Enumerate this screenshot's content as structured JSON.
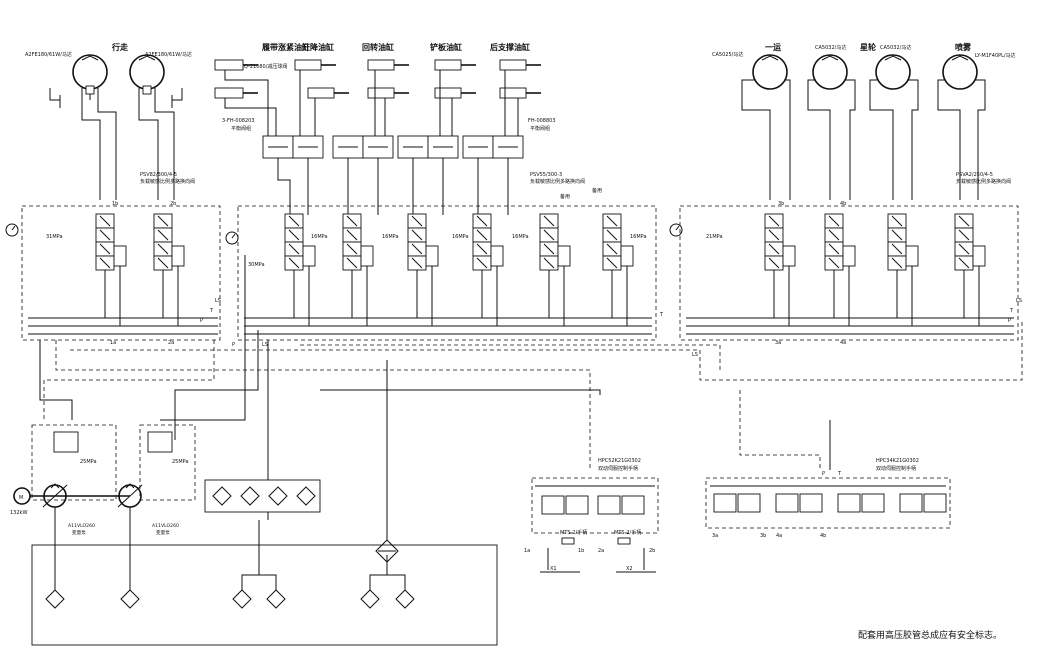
{
  "actuators": {
    "walk": "行走",
    "boom_cyl": "履带涨紧油缸",
    "lift_cyl": "升降油缸",
    "swing_cyl": "回转油缸",
    "shovel_cyl": "铲板油缸",
    "rear_cyl": "后支撑油缸",
    "conv1": "一运",
    "star": "星轮",
    "spray": "喷雾"
  },
  "motors": {
    "m1": "A2FE180/61W/马达",
    "m2": "A2FE180/61W/马达",
    "m3": "CA5025/马达",
    "m4": "CA5032/马达",
    "m5": "CA5032/马达",
    "m6": "LY-M1F40PL/马达"
  },
  "valves": {
    "yizq": "YIZQ-21080/减压球阀",
    "balance1_code": "3-FH-008203",
    "balance1_name": "平衡阀组",
    "balance2_code": "FH-008803",
    "balance2_name": "平衡阀组",
    "multi1_code": "PSV82/300/4-5",
    "multi1_name": "负载敏感比例多路换向阀",
    "multi2_code": "PSV55/300-3",
    "multi2_name": "负载敏感比例多路换向阀",
    "multi3_code": "PSVA2/250/4-5",
    "multi3_name": "负载敏感比例多路换向阀",
    "spare1": "备用",
    "spare2": "备用"
  },
  "pressures": {
    "p_31": "31MPa",
    "p_30": "30MPa",
    "p_16a": "16MPa",
    "p_16b": "16MPa",
    "p_16c": "16MPa",
    "p_16d": "16MPa",
    "p_16e": "16MPa",
    "p_21": "21MPa",
    "p_25a": "25MPa",
    "p_25b": "25MPa"
  },
  "pumps": {
    "motor_power": "132kW",
    "motor_symbol": "M",
    "pump1": "A11VLO260",
    "pump1_type": "变量泵",
    "pump2": "A11VLO260",
    "pump2_type": "变量泵"
  },
  "pilots": {
    "pilot1_code": "HPC52K21G0302",
    "pilot1_name": "双动伺服控制手柄",
    "pilot2_code": "HPC34K21G0302",
    "pilot2_name": "双动伺服控制手柄",
    "handle1": "MTS-2/手柄",
    "handle2": "MTS-2/手柄"
  },
  "ports": {
    "p": "P",
    "t": "T",
    "ls": "LS",
    "a1": "1a",
    "a2": "2a",
    "b1": "1b",
    "b2": "2b",
    "a3": "3a",
    "a4": "4a",
    "b3": "3b",
    "b4": "4b",
    "x1": "X1",
    "x2": "X2"
  },
  "note": "配套用高压胶管总成应有安全标志。"
}
